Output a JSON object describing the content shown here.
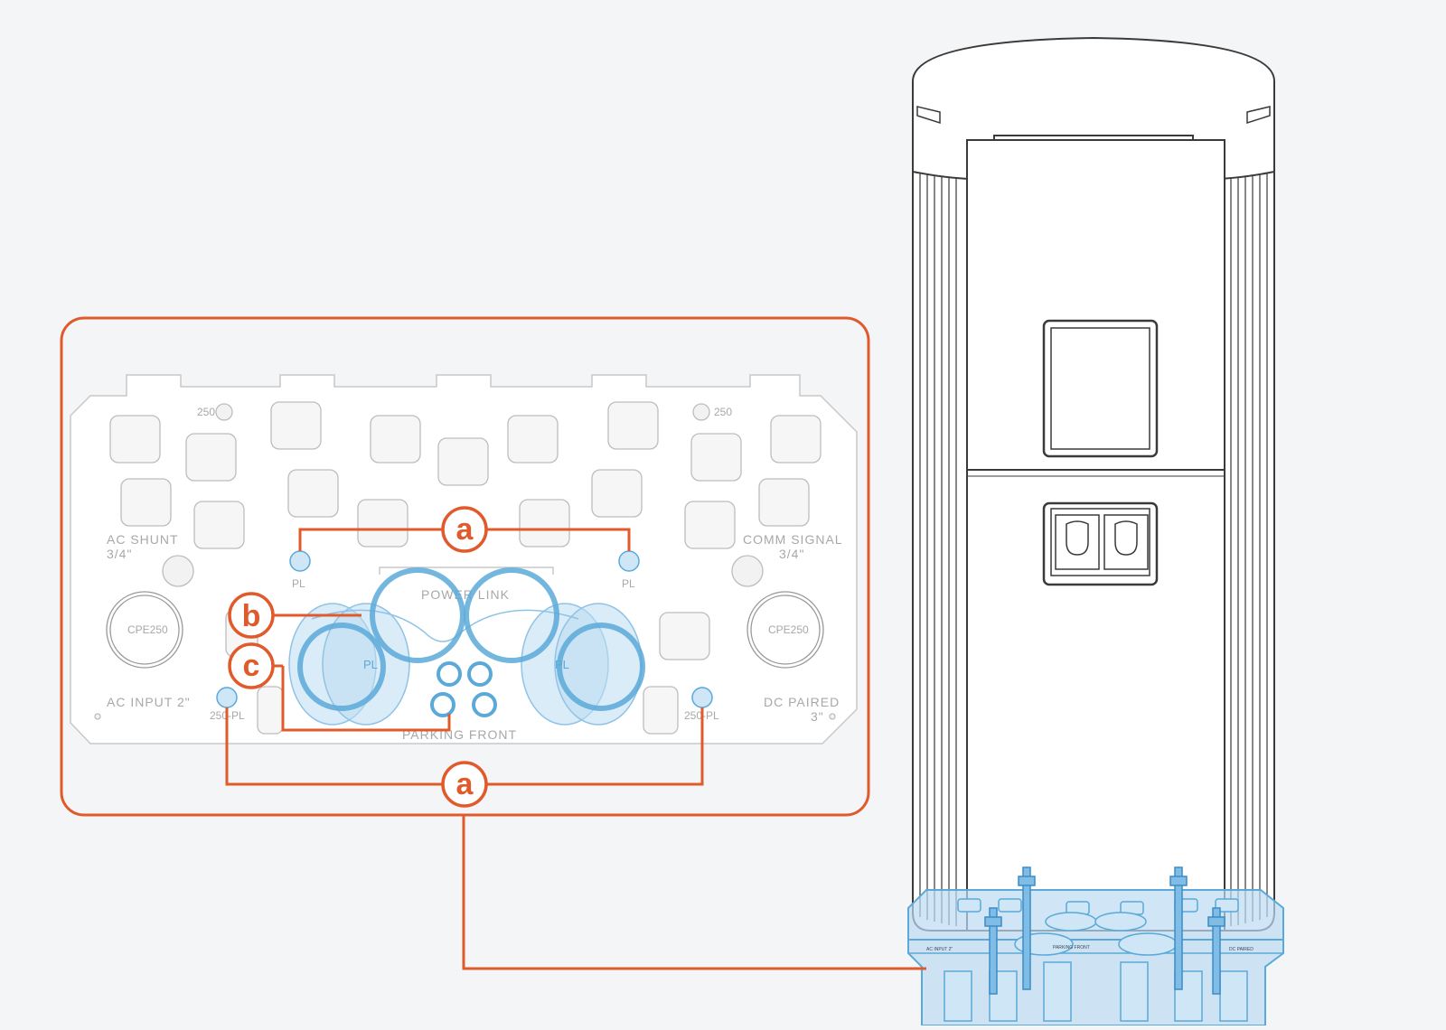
{
  "colors": {
    "background": "#f4f5f6",
    "callout": "#e05a2b",
    "highlight_blue": "#5aa9d8",
    "highlight_fill": "#bcdcf2",
    "line_art": "#3a3a3a",
    "plate_lines": "#b0b0b0"
  },
  "callouts": {
    "a_top": "a",
    "a_bottom": "a",
    "b": "b",
    "c": "c"
  },
  "plate_labels": {
    "ac_shunt": "AC  SHUNT",
    "ac_shunt_size": "3/4\"",
    "comm_signal": "COMM  SIGNAL",
    "comm_signal_size": "3/4\"",
    "ac_input": "AC  INPUT  2\"",
    "dc_paired": "DC  PAIRED",
    "dc_paired_size": "3\"",
    "parking_front": "PARKING  FRONT",
    "power_link": "POWER LINK",
    "pl": "PL",
    "size_250": "250",
    "pl_250": "250-PL",
    "cpe250": "CPE250"
  }
}
